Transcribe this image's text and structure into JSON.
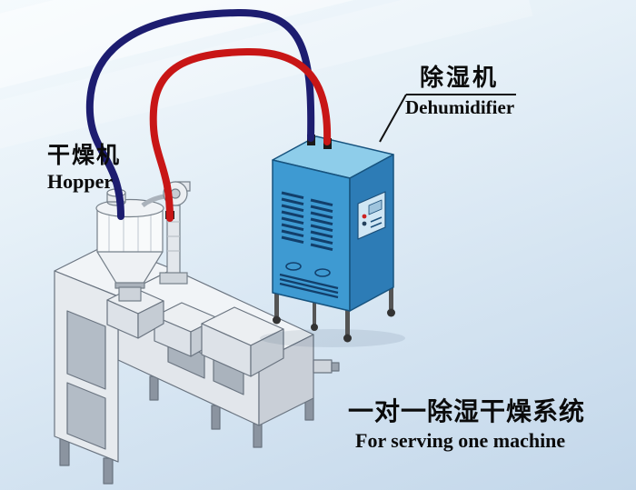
{
  "labels": {
    "dryer_cn": "干燥机",
    "dryer_en": "Hopper",
    "dehumidifier_cn": "除湿机",
    "dehumidifier_en": "Dehumidifier"
  },
  "caption": {
    "title_cn": "一对一除湿干燥系统",
    "title_en": "For serving one machine"
  },
  "colors": {
    "pipe_red": "#c81616",
    "pipe_blue": "#1d1d70",
    "dehumidifier_top": "#8ecdea",
    "dehumidifier_front": "#3e9ad2",
    "dehumidifier_side": "#2d7cb6",
    "machine_gray": "#e6eaee"
  }
}
